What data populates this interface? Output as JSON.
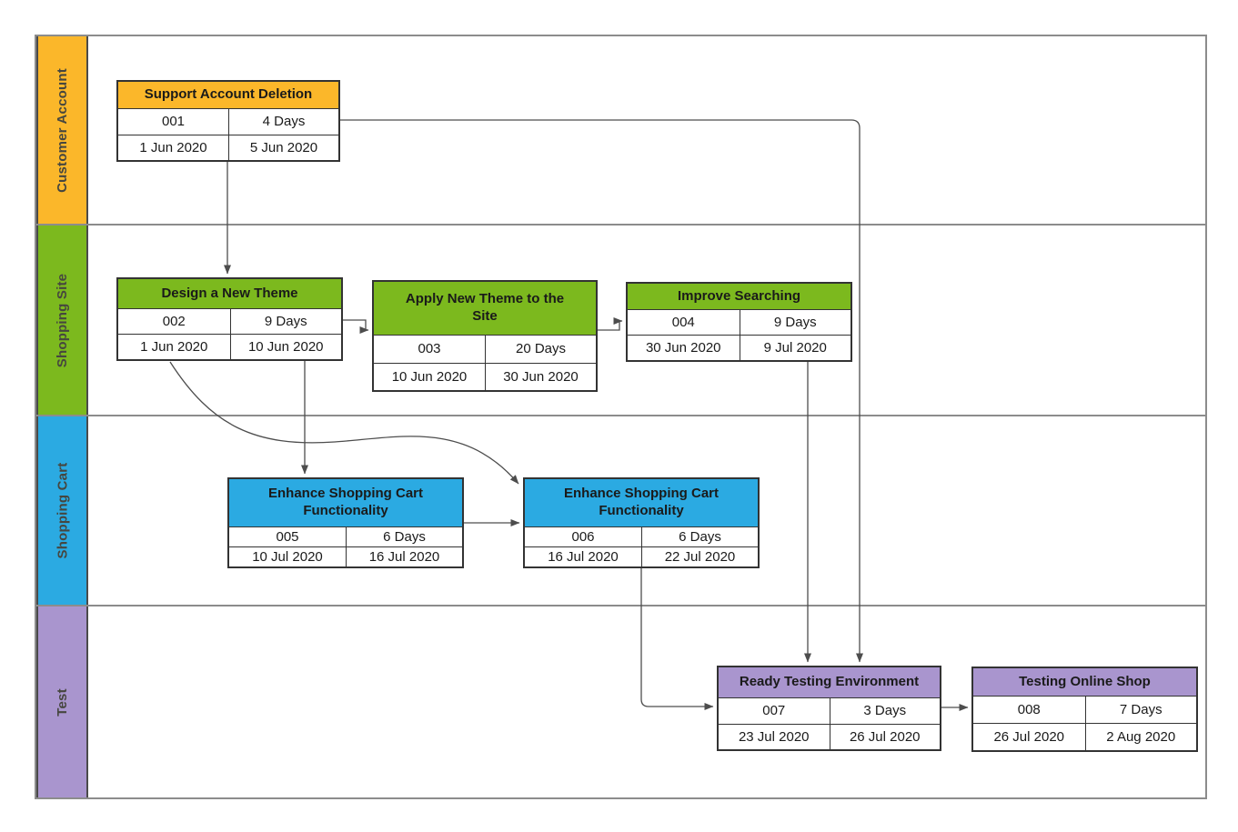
{
  "page": {
    "background": "#FFFFFF"
  },
  "diagram": {
    "type": "swimlane-flowchart",
    "lanes": [
      {
        "label": "Customer Account",
        "color": "#FBB72A"
      },
      {
        "label": "Shopping Site",
        "color": "#7CB91E"
      },
      {
        "label": "Shopping Cart",
        "color": "#2BAAE2"
      },
      {
        "label": "Test",
        "color": "#A995CE"
      }
    ],
    "tasks": [
      {
        "name": "Support Account Deletion",
        "id": "001",
        "duration": "4 Days",
        "start": "1 Jun 2020",
        "end": "5 Jun 2020",
        "lane": "Customer Account",
        "color": "#FBB72A"
      },
      {
        "name": "Design a New Theme",
        "id": "002",
        "duration": "9 Days",
        "start": "1 Jun 2020",
        "end": "10 Jun 2020",
        "lane": "Shopping Site",
        "color": "#7CB91E"
      },
      {
        "name": "Apply New Theme to the Site",
        "id": "003",
        "duration": "20 Days",
        "start": "10 Jun 2020",
        "end": "30 Jun 2020",
        "lane": "Shopping Site",
        "color": "#7CB91E"
      },
      {
        "name": "Improve Searching",
        "id": "004",
        "duration": "9 Days",
        "start": "30 Jun 2020",
        "end": "9 Jul 2020",
        "lane": "Shopping Site",
        "color": "#7CB91E"
      },
      {
        "name": "Enhance Shopping Cart Functionality",
        "id": "005",
        "duration": "6 Days",
        "start": "10 Jul 2020",
        "end": "16 Jul 2020",
        "lane": "Shopping Cart",
        "color": "#2BAAE2"
      },
      {
        "name": "Enhance Shopping Cart Functionality",
        "id": "006",
        "duration": "6 Days",
        "start": "16 Jul 2020",
        "end": "22 Jul 2020",
        "lane": "Shopping Cart",
        "color": "#2BAAE2"
      },
      {
        "name": "Ready Testing Environment",
        "id": "007",
        "duration": "3 Days",
        "start": "23 Jul 2020",
        "end": "26 Jul 2020",
        "lane": "Test",
        "color": "#A995CE"
      },
      {
        "name": "Testing Online Shop",
        "id": "008",
        "duration": "7 Days",
        "start": "26 Jul 2020",
        "end": "2 Aug 2020",
        "lane": "Test",
        "color": "#A995CE"
      }
    ],
    "connections": [
      {
        "from": "001",
        "to": "002"
      },
      {
        "from": "001",
        "to": "007"
      },
      {
        "from": "002",
        "to": "003"
      },
      {
        "from": "002",
        "to": "005"
      },
      {
        "from": "002",
        "to": "006"
      },
      {
        "from": "003",
        "to": "004"
      },
      {
        "from": "004",
        "to": "007"
      },
      {
        "from": "005",
        "to": "006"
      },
      {
        "from": "006",
        "to": "007"
      },
      {
        "from": "007",
        "to": "008"
      }
    ],
    "colors": {
      "task_border": "#333333",
      "lane_line": "#8C8C8C",
      "arrow": "#4D4D4D",
      "text": "#1A1A1A",
      "lane_label_text": "#46463F"
    }
  }
}
